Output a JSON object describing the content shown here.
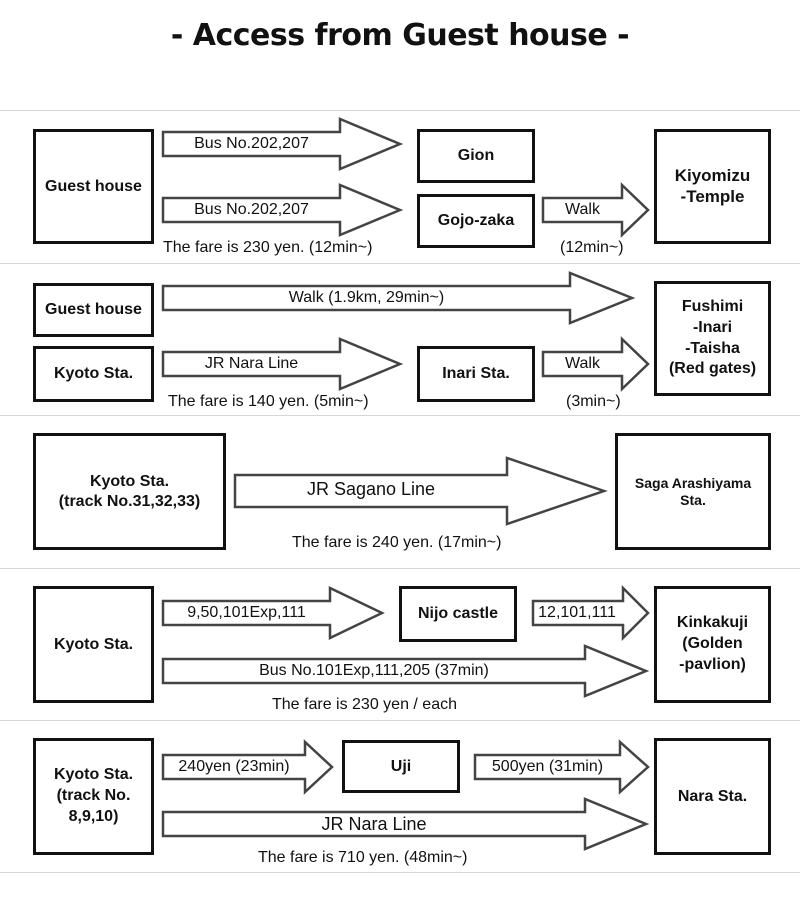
{
  "title": "- Access from Guest house -",
  "routes": {
    "kiyomizu": {
      "from": "Guest house",
      "bus1": "Bus No.202,207",
      "bus2": "Bus No.202,207",
      "gion": "Gion",
      "gojo": "Gojo-zaka",
      "walk": "Walk",
      "dest": "Kiyomizu\n-Temple",
      "fare": "The fare is 230 yen. (12min~)",
      "walk_time": "(12min~)"
    },
    "fushimi": {
      "from1": "Guest house",
      "from2": "Kyoto Sta.",
      "walk_direct": "Walk (1.9km, 29min~)",
      "jr": "JR Nara Line",
      "inari": "Inari Sta.",
      "walk": "Walk",
      "dest": "Fushimi\n-Inari\n-Taisha\n(Red gates)",
      "fare": "The fare is 140 yen. (5min~)",
      "walk_time": "(3min~)"
    },
    "saga": {
      "from": "Kyoto Sta.\n(track No.31,32,33)",
      "line": "JR Sagano Line",
      "dest": "Saga Arashiyama\nSta.",
      "fare": "The fare is 240 yen. (17min~)"
    },
    "kinkakuji": {
      "from": "Kyoto Sta.",
      "bus1": "9,50,101Exp,111",
      "nijo": "Nijo castle",
      "bus2": "12,101,111",
      "bus3": "Bus No.101Exp,111,205 (37min)",
      "dest": "Kinkakuji\n(Golden\n-pavlion)",
      "fare": "The fare is 230 yen / each"
    },
    "nara": {
      "from": "Kyoto Sta.\n(track No.\n8,9,10)",
      "leg1": "240yen (23min)",
      "uji": "Uji",
      "leg2": "500yen (31min)",
      "line": "JR Nara Line",
      "dest": "Nara Sta.",
      "fare": "The fare is 710 yen. (48min~)"
    }
  }
}
